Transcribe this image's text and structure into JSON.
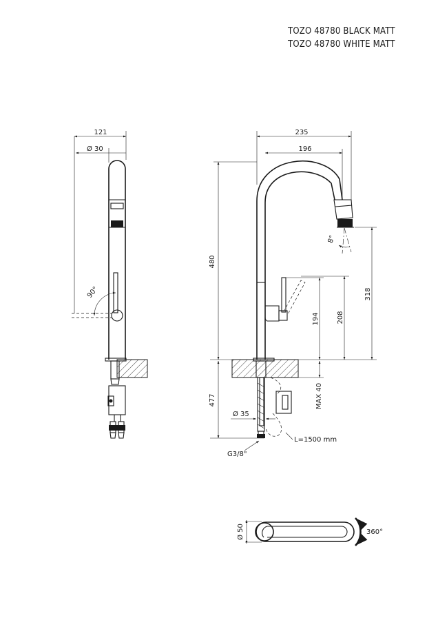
{
  "header": {
    "line1": "TOZO 48780 BLACK MATT",
    "line2": "TOZO 48780 WHITE MATT"
  },
  "side_view": {
    "width_label": "121",
    "diameter_label": "Ø 30",
    "angle_label": "90°"
  },
  "front_view": {
    "width_label": "235",
    "reach_label": "196",
    "height_label": "480",
    "spray_angle_label": "8°",
    "spout_height_label": "318",
    "lever_height_label": "208",
    "body_height_label": "194",
    "below_deck_label": "477",
    "max_deck_label": "MAX 40",
    "hole_diameter_label": "Ø 35",
    "hose_length_label": "L=1500 mm",
    "thread_label": "G3/8\""
  },
  "top_view": {
    "diameter_label": "Ø 50",
    "rotation_label": "360°"
  }
}
